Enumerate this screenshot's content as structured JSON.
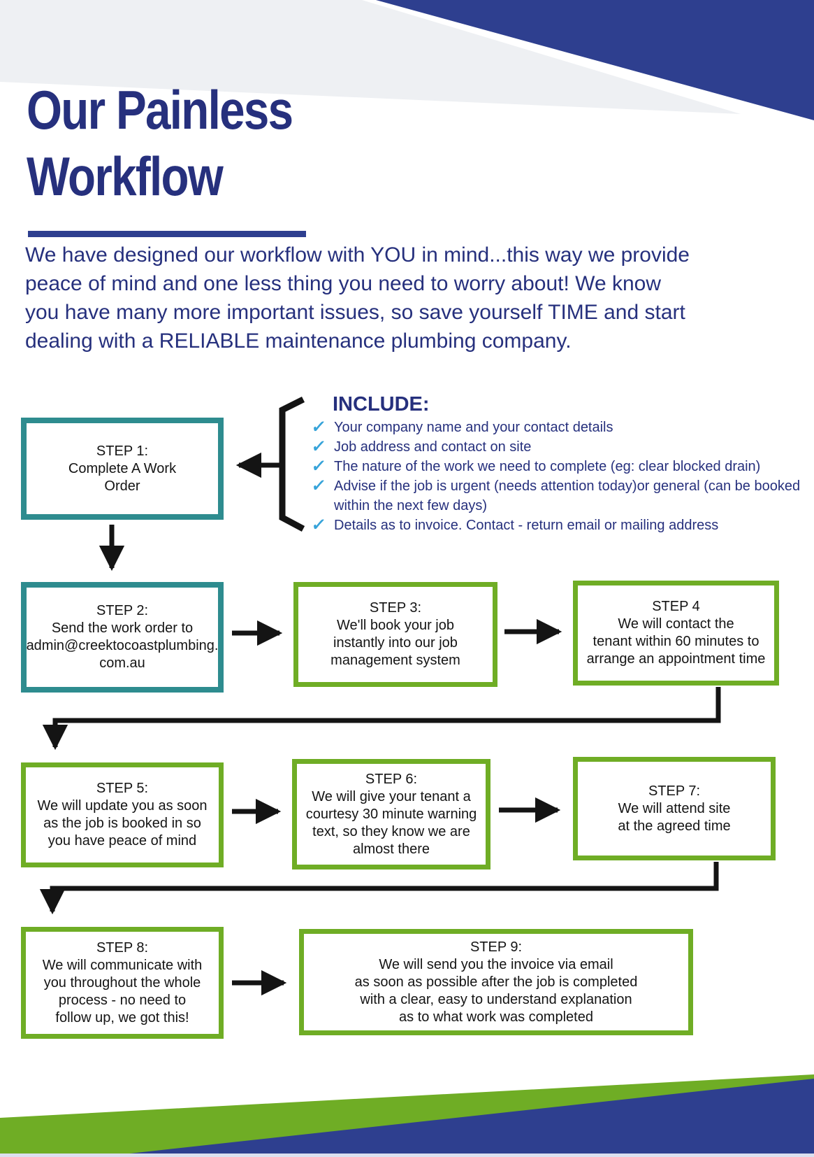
{
  "header": {
    "title": "Our Painless\nWorkflow",
    "intro": "We have designed our workflow with YOU in mind...this way we provide\npeace of mind and one less thing you need to worry about! We know\nyou have many more important issues, so save yourself TIME and start\ndealing with a RELIABLE maintenance plumbing company."
  },
  "include": {
    "heading": "INCLUDE:",
    "check_icon": "✓",
    "items": [
      {
        "text": "Your company name and your contact details"
      },
      {
        "text": "Job address and contact on site"
      },
      {
        "text": "The nature of the work we need to complete (eg: clear blocked drain)"
      },
      {
        "text": "Advise if the job is urgent (needs attention today)or general (can be booked\nwithin the next few days)"
      },
      {
        "text": "Details as to invoice. Contact - return email or mailing address"
      }
    ]
  },
  "steps": [
    {
      "label": "STEP 1:\nComplete A Work\nOrder",
      "style": "teal"
    },
    {
      "label": "STEP 2:\nSend the work order to\nadmin@creektocoastplumbing.\ncom.au",
      "style": "teal"
    },
    {
      "label": "STEP 3:\nWe'll book your job\ninstantly into our job\nmanagement system",
      "style": "green"
    },
    {
      "label": "STEP 4\nWe will contact the\ntenant within 60 minutes to\narrange an appointment time",
      "style": "green"
    },
    {
      "label": "STEP 5:\nWe will update you as soon\nas the job is booked in so\nyou have peace of mind",
      "style": "green"
    },
    {
      "label": "STEP 6:\nWe will give your tenant a\ncourtesy 30 minute warning\ntext, so they know we are\nalmost there",
      "style": "green"
    },
    {
      "label": "STEP 7:\nWe will attend site\nat the agreed time",
      "style": "green"
    },
    {
      "label": "STEP 8:\nWe will communicate with\nyou throughout the whole\nprocess - no need to\nfollow up, we got this!",
      "style": "green"
    },
    {
      "label": "STEP 9:\nWe will send you the invoice via email\nas soon as possible after the job is completed\nwith a clear, easy to understand explanation\nas to what work was completed",
      "style": "green"
    }
  ],
  "colors": {
    "navy_shape": "#2e3f8f",
    "navy_text": "#26307d",
    "teal": "#2e8c8f",
    "green": "#6fad25",
    "check_blue": "#36a3d9",
    "ink": "#141414",
    "gray_band": "#eef0f3",
    "bottom_strip": "#dbe0ef"
  }
}
